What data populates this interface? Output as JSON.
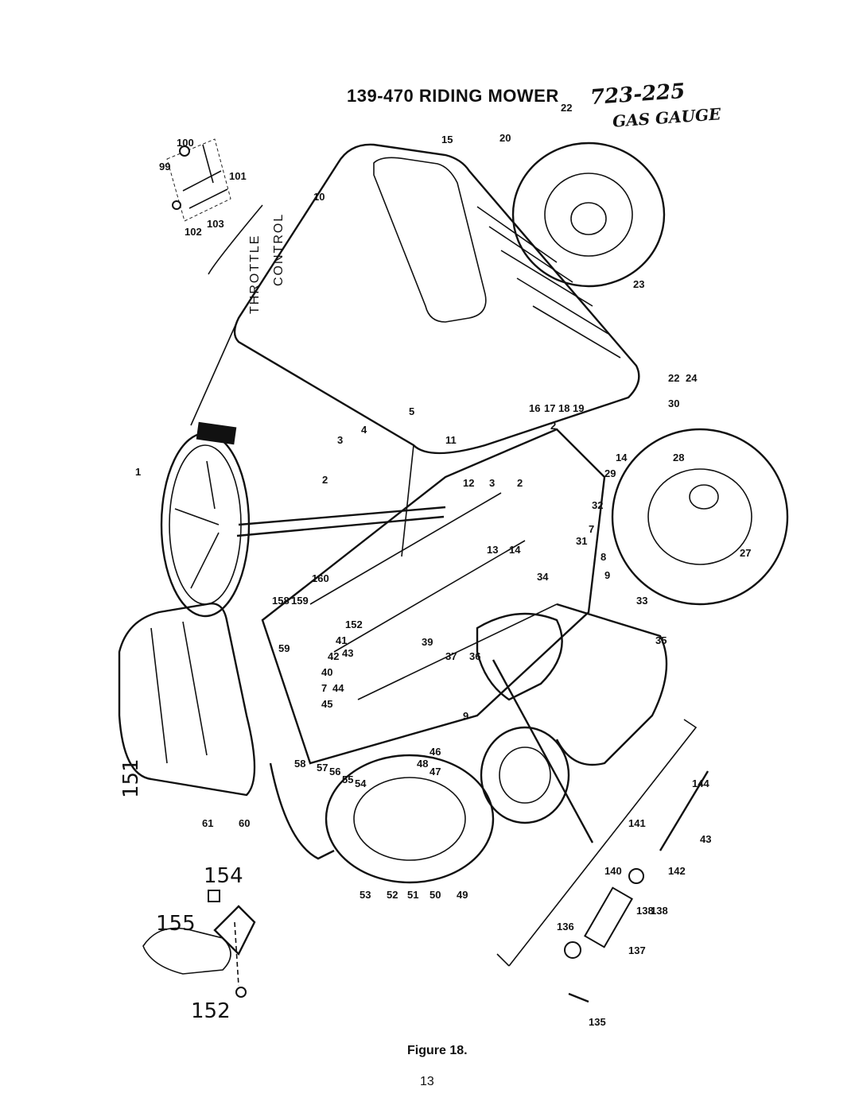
{
  "title": "139-470 RIDING MOWER",
  "handwritten_note": [
    "723-225",
    "GAS GAUGE"
  ],
  "figure_caption": "Figure 18.",
  "page_number": "13",
  "inset_throttle_label": [
    "THROTTLE",
    "CONTROL"
  ],
  "part_labels": [
    "1",
    "2",
    "2",
    "2",
    "3",
    "3",
    "4",
    "5",
    "7",
    "7",
    "8",
    "9",
    "9",
    "10",
    "11",
    "12",
    "13",
    "14",
    "14",
    "15",
    "16",
    "17",
    "18",
    "19",
    "20",
    "22",
    "22",
    "23",
    "24",
    "27",
    "28",
    "29",
    "30",
    "31",
    "32",
    "33",
    "34",
    "35",
    "36",
    "37",
    "39",
    "40",
    "41",
    "42",
    "43",
    "43",
    "44",
    "45",
    "46",
    "47",
    "48",
    "49",
    "50",
    "51",
    "52",
    "53",
    "54",
    "55",
    "56",
    "57",
    "58",
    "59",
    "60",
    "61",
    "99",
    "100",
    "101",
    "102",
    "103",
    "135",
    "136",
    "137",
    "138",
    "138",
    "140",
    "141",
    "142",
    "144",
    "151",
    "152",
    "154",
    "155",
    "158",
    "159",
    "160"
  ]
}
